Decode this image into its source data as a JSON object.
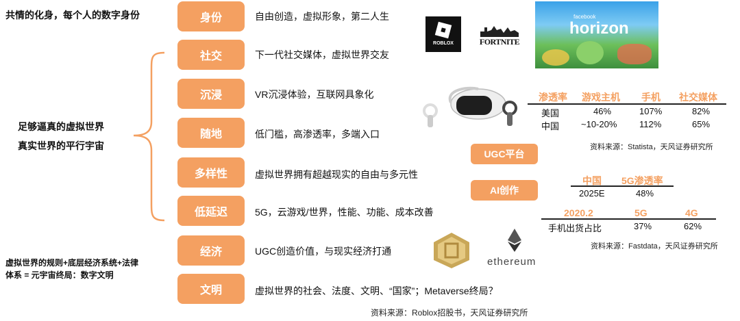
{
  "left": {
    "top_heading": "共情的化身，每个人的数字身份",
    "mid_heading_line1": "足够逼真的虚拟世界",
    "mid_heading_line2": "真实世界的平行宇宙",
    "bottom_heading_line1": "虚拟世界的规则+底层经济系统+法律",
    "bottom_heading_line2": "体系 = 元宇宙终局：数字文明"
  },
  "rows": [
    {
      "label": "身份",
      "desc": "自由创造，虚拟形象，第二人生"
    },
    {
      "label": "社交",
      "desc": "下一代社交媒体，虚拟世界交友"
    },
    {
      "label": "沉浸",
      "desc": "VR沉浸体验，互联网具象化"
    },
    {
      "label": "随地",
      "desc": "低门槛，高渗透率，多端入口"
    },
    {
      "label": "多样性",
      "desc": "虚拟世界拥有超越现实的自由与多元性"
    },
    {
      "label": "低延迟",
      "desc": "5G，云游戏/世界，性能、功能、成本改善"
    },
    {
      "label": "经济",
      "desc": "UGC创造价值，与现实经济打通"
    },
    {
      "label": "文明",
      "desc": "虚拟世界的社会、法度、文明、“国家”；Metaverse终局？"
    }
  ],
  "tags": {
    "ugc": "UGC平台",
    "ai": "AI创作"
  },
  "logos": {
    "roblox": "ROBLOX",
    "fortnite": "FORTNITE",
    "horizon_small": "facebook",
    "horizon_big": "horizon",
    "ethereum": "ethereum"
  },
  "table1": {
    "headers": [
      "渗透率",
      "游戏主机",
      "手机",
      "社交媒体"
    ],
    "rows": [
      [
        "美国",
        "46%",
        "107%",
        "82%"
      ],
      [
        "中国",
        "~10-20%",
        "112%",
        "65%"
      ]
    ],
    "source": "资料来源：Statista，天风证券研究所"
  },
  "table2": {
    "headers": [
      "中国",
      "5G渗透率"
    ],
    "rows": [
      [
        "2025E",
        "48%"
      ]
    ]
  },
  "table3": {
    "headers": [
      "2020.2",
      "5G",
      "4G"
    ],
    "rows": [
      [
        "手机出货占比",
        "37%",
        "62%"
      ]
    ],
    "source": "资料来源：Fastdata，天风证券研究所"
  },
  "footer_source": "资料来源：Roblox招股书，天风证券研究所",
  "colors": {
    "accent": "#f4a061",
    "bracket": "#f4a061"
  }
}
